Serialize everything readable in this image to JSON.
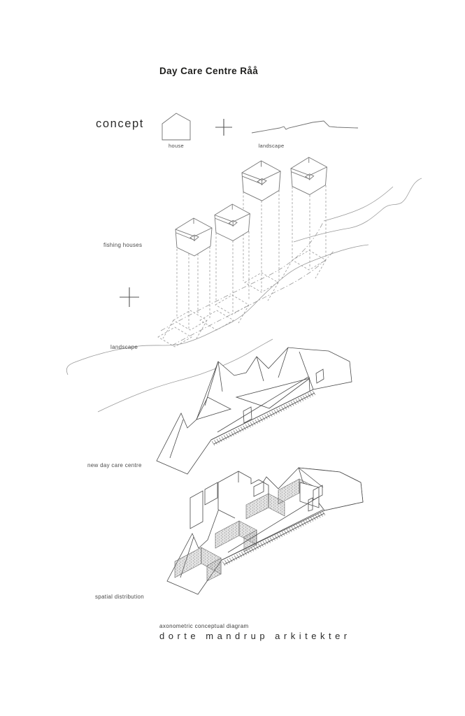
{
  "title": "Day Care Centre Råå",
  "concept_row": {
    "label": "concept",
    "plus": "+",
    "house_label": "house",
    "landscape_label": "landscape"
  },
  "section_labels": {
    "fishing_houses": "fishing houses",
    "plus": "+",
    "landscape": "landscape",
    "new_day_care_centre": "new day care centre",
    "spatial_distribution": "spatial distribution"
  },
  "footer": {
    "caption": "axonometric conceptual diagram",
    "firm": "dorte mandrup arkitekter"
  },
  "icons": {
    "house_icon": "house-outline",
    "plus_icon": "plus-sign",
    "landscape_icon": "terrain-profile-line",
    "section_plus_icon": "plus-sign"
  },
  "colors": {
    "background": "#ffffff",
    "text": "#1d1d1b",
    "building_line": "#4a4a4a",
    "landscape_line": "#9a9a9a",
    "dashed_line": "#9a9a9a"
  }
}
